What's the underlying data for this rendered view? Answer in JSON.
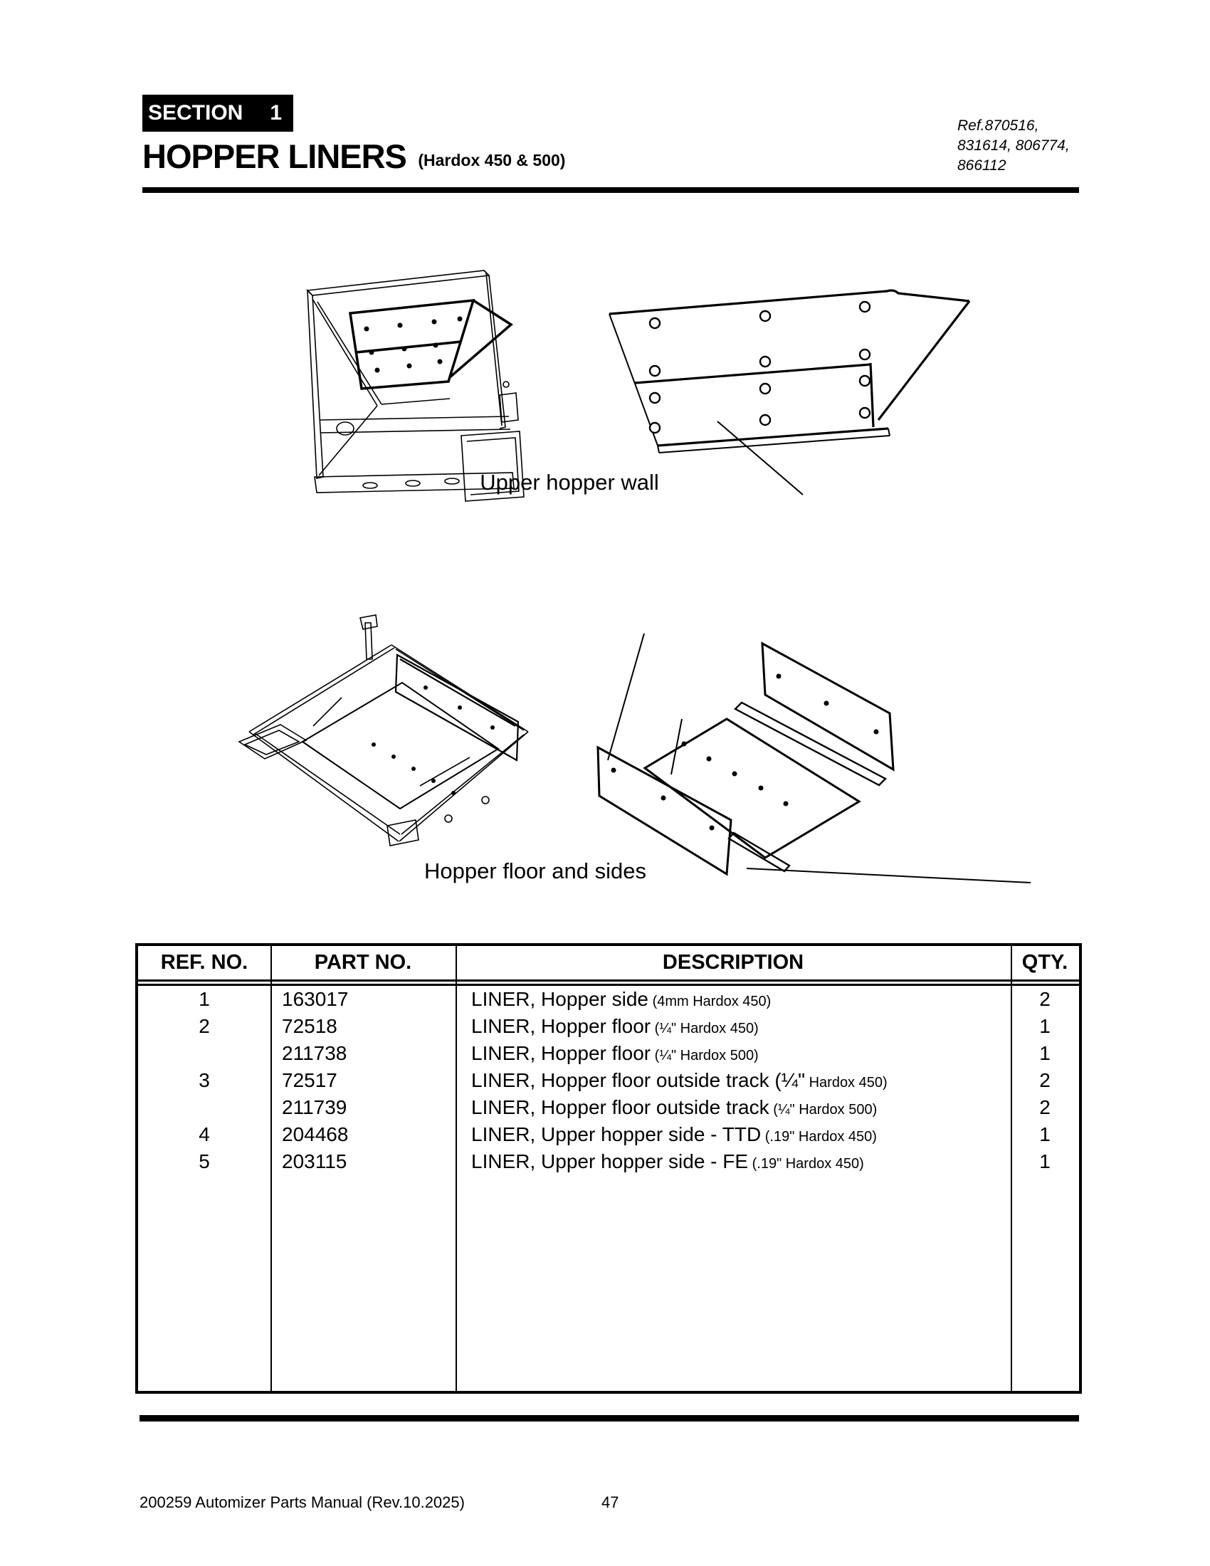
{
  "header": {
    "section_label": "SECTION",
    "section_number": "1",
    "title": "HOPPER LINERS",
    "subtitle": "(Hardox 450 & 500)",
    "ref_note": "Ref.870516,\n831614, 806774,\n866112"
  },
  "figures": [
    {
      "caption": "Upper hopper wall"
    },
    {
      "caption": "Hopper floor and sides"
    }
  ],
  "table": {
    "headers": [
      "REF. NO.",
      "PART NO.",
      "DESCRIPTION",
      "QTY."
    ],
    "rows": [
      {
        "ref": "1",
        "part": "163017",
        "desc": "LINER, Hopper side",
        "detail": "(4mm Hardox 450)",
        "qty": "2"
      },
      {
        "ref": "2",
        "part": "72518",
        "desc": "LINER, Hopper floor",
        "detail": "(¼\" Hardox 450)",
        "qty": "1"
      },
      {
        "ref": "",
        "part": "211738",
        "desc": "LINER, Hopper floor",
        "detail": "(¼\" Hardox 500)",
        "qty": "1"
      },
      {
        "ref": "3",
        "part": "72517",
        "desc": "LINER, Hopper floor outside track (¼\"",
        "detail": "Hardox 450)",
        "qty": "2"
      },
      {
        "ref": "",
        "part": "211739",
        "desc": "LINER, Hopper floor outside track",
        "detail": "(¼\" Hardox 500)",
        "qty": "2"
      },
      {
        "ref": "4",
        "part": "204468",
        "desc": "LINER, Upper hopper side - TTD",
        "detail": "(.19\" Hardox 450)",
        "qty": "1"
      },
      {
        "ref": "5",
        "part": "203115",
        "desc": "LINER, Upper hopper side - FE",
        "detail": "(.19\" Hardox 450)",
        "qty": "1"
      }
    ]
  },
  "footer": {
    "left": "200259 Automizer Parts Manual (Rev.10.2025)",
    "page_number": "47"
  }
}
